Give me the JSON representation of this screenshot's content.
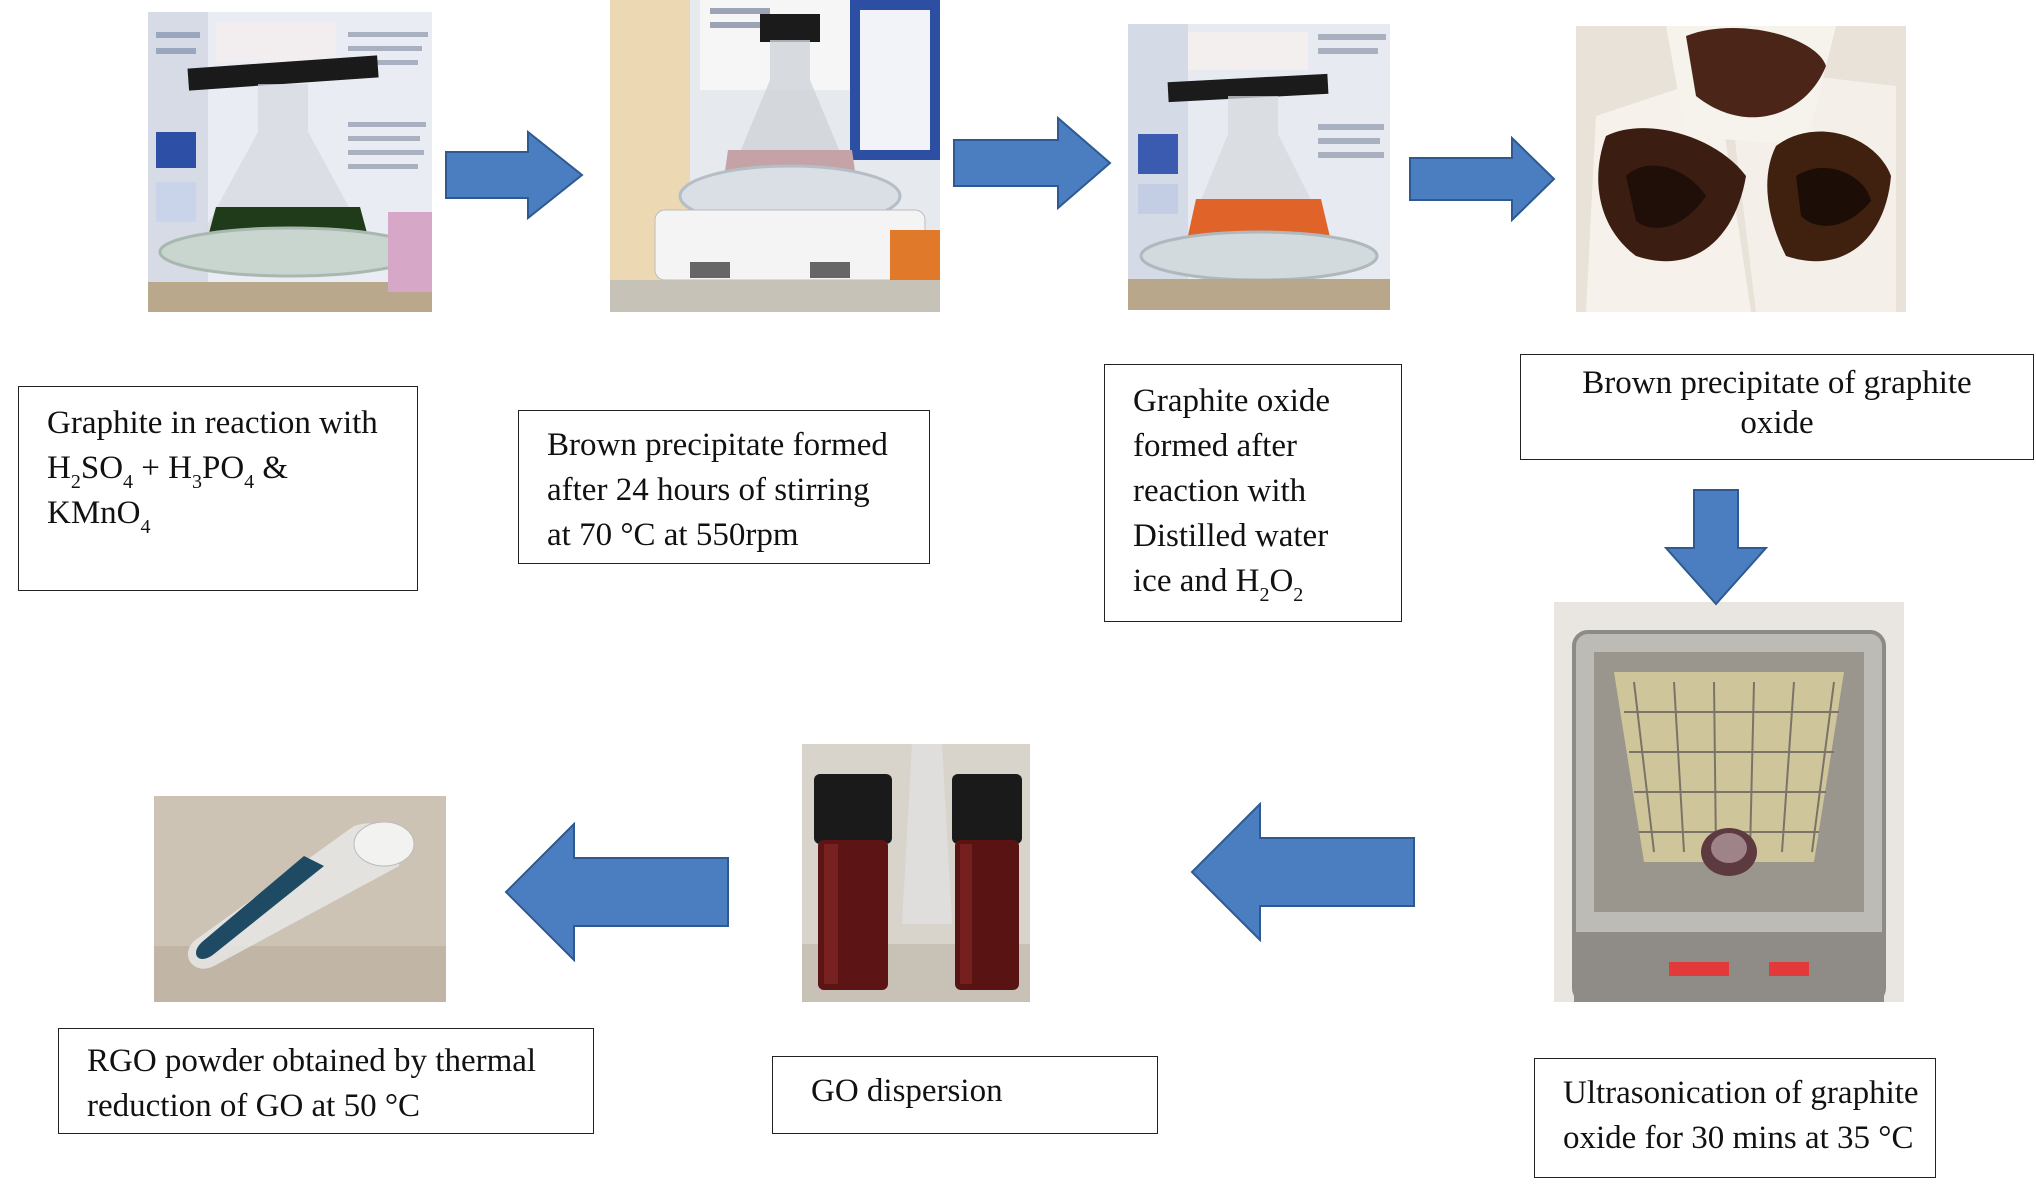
{
  "colors": {
    "arrow_fill": "#4a7ec0",
    "arrow_stroke": "#2e5a91",
    "box_border": "#222222"
  },
  "steps": [
    {
      "id": "step1",
      "line1": "Graphite in reaction with",
      "line2": {
        "a": "H",
        "b": "2",
        "c": "SO",
        "d": "4",
        "e": " + H",
        "f": "3",
        "g": "PO",
        "h": "4",
        "i": " &"
      },
      "line3": {
        "a": "KMnO",
        "b": "4"
      }
    },
    {
      "id": "step2",
      "lines": [
        "Brown precipitate formed",
        "after 24 hours of stirring",
        "at 70 °C at 550rpm"
      ]
    },
    {
      "id": "step3",
      "lines": [
        "Graphite oxide",
        "formed after",
        "reaction with",
        "Distilled water"
      ],
      "last": {
        "a": "ice and H",
        "b": "2",
        "c": "O",
        "d": "2"
      }
    },
    {
      "id": "step4",
      "lines": [
        "Brown precipitate of graphite",
        "oxide"
      ]
    },
    {
      "id": "step5",
      "lines": [
        "Ultrasonication of graphite",
        "oxide for 30 mins at 35 °C"
      ]
    },
    {
      "id": "step6",
      "lines": [
        "GO dispersion"
      ]
    },
    {
      "id": "step7",
      "lines": [
        "RGO powder obtained by thermal",
        "reduction of GO at 50 °C"
      ]
    }
  ]
}
